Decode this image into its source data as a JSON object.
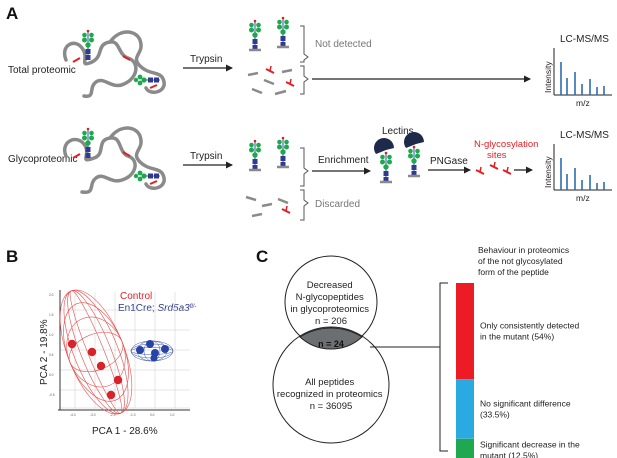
{
  "panel_a": {
    "letter": "A",
    "total_label": "Total proteomic",
    "glyco_label": "Glycoproteomic",
    "trypsin_1": "Trypsin",
    "trypsin_2": "Trypsin",
    "not_detected": "Not detected",
    "discarded": "Discarded",
    "enrichment": "Enrichment",
    "lectins": "Lectins",
    "pngase": "PNGase",
    "nglyco_line1": "N-glycosylation",
    "nglyco_line2": "sites",
    "lcms_1": "LC-MS/MS",
    "lcms_2": "LC-MS/MS",
    "intensity_1": "Intensity",
    "intensity_2": "Intensity",
    "mz_1": "m/z",
    "mz_2": "m/z"
  },
  "panel_b": {
    "letter": "B",
    "legend_control": "Control",
    "legend_mutant_prefix": "En1Cre; ",
    "legend_mutant_gene": "Srd5a3",
    "legend_mutant_sup": "fl/-",
    "axis_y": "PCA 2 - 19.8%",
    "axis_x": "PCA 1 - 28.6%",
    "colors": {
      "control": "#e31e24",
      "mutant": "#2b3990"
    }
  },
  "panel_c": {
    "letter": "C",
    "circle_top_lines": [
      "Decreased",
      "N-glycopeptides",
      "in glycoproteomics",
      "n = 206"
    ],
    "overlap_label": "n = 24",
    "circle_bottom_lines": [
      "All peptides",
      "recognized in proteomics",
      "n = 36095"
    ],
    "bar_title_lines": [
      "Behaviour in proteomics",
      "of the not glycosylated",
      "form of the peptide"
    ],
    "segments": [
      {
        "lines": [
          "Only consistently detected",
          "in the mutant (54%)"
        ],
        "percent": 54,
        "color": "#ed1c24"
      },
      {
        "lines": [
          "No significant difference",
          "(33.5%)"
        ],
        "percent": 33.5,
        "color": "#29abe2"
      },
      {
        "lines": [
          "Significant decrease in the",
          "mutant (12.5%)"
        ],
        "percent": 12.5,
        "color": "#1fa84f"
      }
    ]
  }
}
